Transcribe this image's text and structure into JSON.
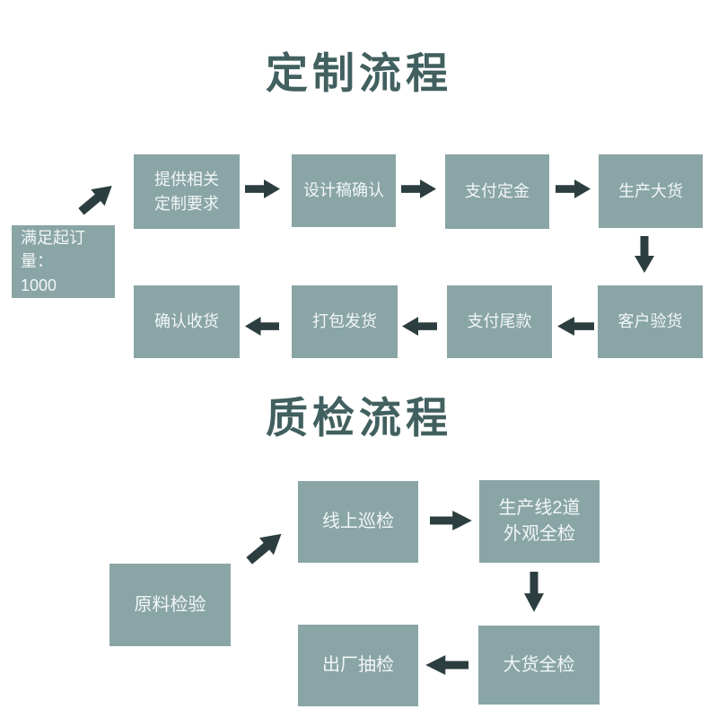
{
  "colors": {
    "box_fill": "#8aa5a6",
    "box_text": "#f2f6f6",
    "arrow_color": "#2c3e3f",
    "title_color": "#41605f"
  },
  "sections": [
    {
      "title": "定制流程",
      "steps": [
        {
          "id": "min-order-quantity",
          "lines": [
            "满足起订量：",
            "1000"
          ]
        },
        {
          "id": "provide-requirements",
          "lines": [
            "提供相关",
            "定制要求"
          ]
        },
        {
          "id": "design-confirm",
          "lines": [
            "设计稿确认"
          ]
        },
        {
          "id": "pay-deposit",
          "lines": [
            "支付定金"
          ]
        },
        {
          "id": "bulk-production",
          "lines": [
            "生产大货"
          ]
        },
        {
          "id": "customer-inspection",
          "lines": [
            "客户验货"
          ]
        },
        {
          "id": "pay-balance",
          "lines": [
            "支付尾款"
          ]
        },
        {
          "id": "pack-ship",
          "lines": [
            "打包发货"
          ]
        },
        {
          "id": "confirm-receipt",
          "lines": [
            "确认收货"
          ]
        }
      ],
      "flow_order": [
        "满足起订量：1000",
        "提供相关定制要求",
        "设计稿确认",
        "支付定金",
        "生产大货",
        "客户验货",
        "支付尾款",
        "打包发货",
        "确认收货"
      ]
    },
    {
      "title": "质检流程",
      "steps": [
        {
          "id": "raw-material-inspection",
          "lines": [
            "原料检验"
          ]
        },
        {
          "id": "online-patrol-inspection",
          "lines": [
            "线上巡检"
          ]
        },
        {
          "id": "line-appearance-inspection",
          "lines": [
            "生产线2道",
            "外观全检"
          ]
        },
        {
          "id": "bulk-full-inspection",
          "lines": [
            "大货全检"
          ]
        },
        {
          "id": "factory-sampling-inspection",
          "lines": [
            "出厂抽检"
          ]
        }
      ],
      "flow_order": [
        "原料检验",
        "线上巡检",
        "生产线2道外观全检",
        "大货全检",
        "出厂抽检"
      ]
    }
  ]
}
